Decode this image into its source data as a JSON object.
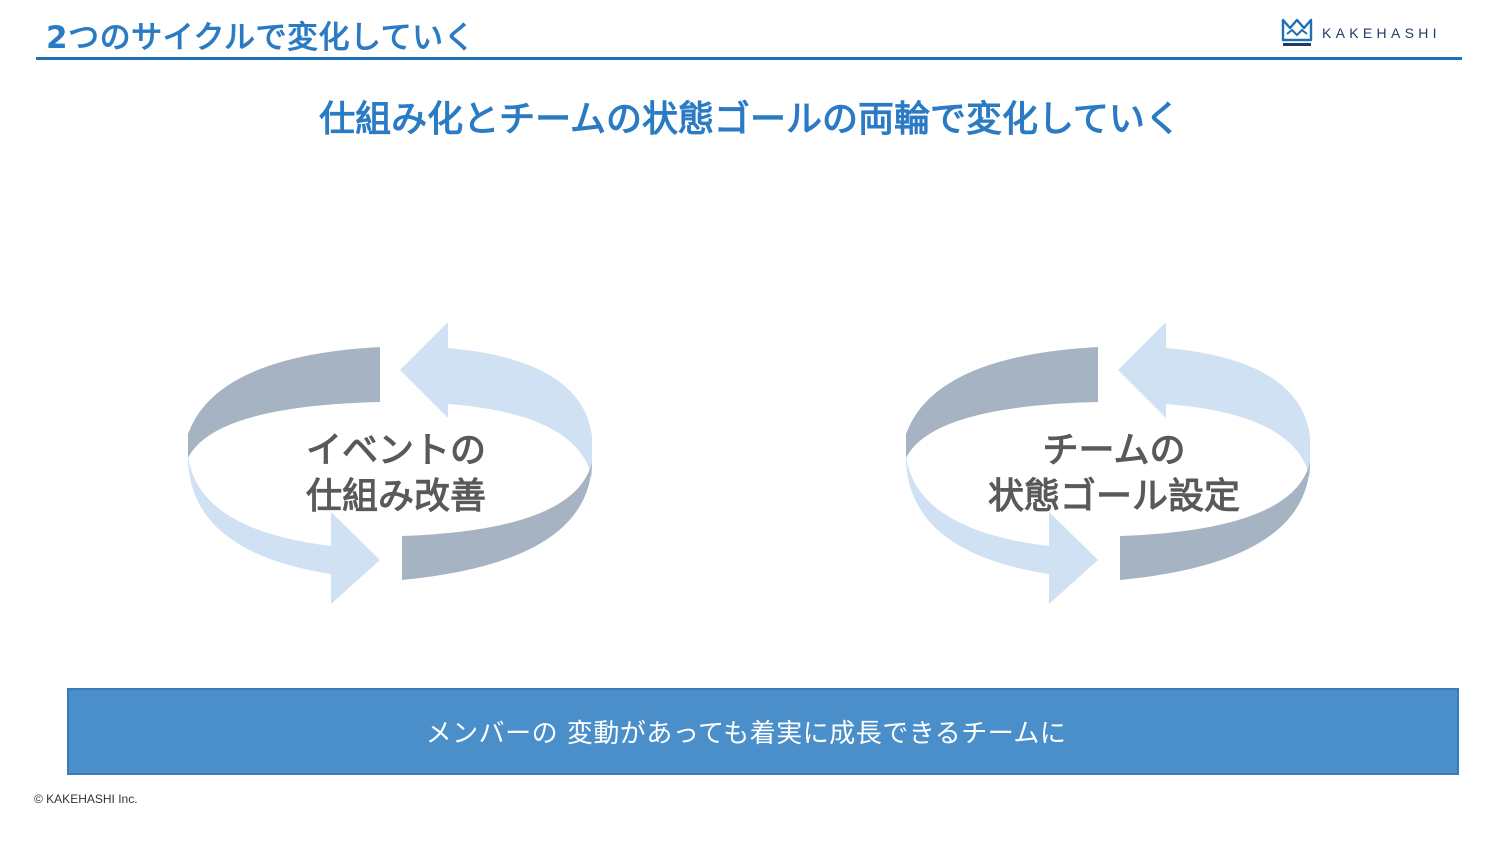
{
  "header": {
    "title": "2つのサイクルで変化していく",
    "logo_text": "KAKEHASHI"
  },
  "subtitle": "仕組み化とチームの状態ゴールの両輪で変化していく",
  "cycles": [
    {
      "line1": "イベントの",
      "line2": "仕組み改善"
    },
    {
      "line1": "チームの",
      "line2": "状態ゴール設定"
    }
  ],
  "banner": {
    "text": "メンバーの 変動があっても着実に成長できるチームに"
  },
  "footer": {
    "copyright": "© KAKEHASHI Inc."
  },
  "colors": {
    "title_blue": "#2a7bc4",
    "rule_blue": "#1f6fb6",
    "arrow_gray": "#a5b3c2",
    "arrow_light": "#cfe1f2",
    "banner_blue": "#4a8fca"
  }
}
